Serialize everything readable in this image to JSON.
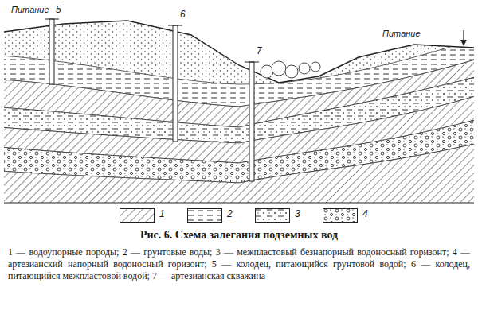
{
  "diagram": {
    "caption": "Рис. 6. Схема залегания подземных вод",
    "labels": [
      "Питание",
      "Питание",
      "5",
      "6",
      "7",
      "1 — водоупорные породы; 2 — грунтовые воды; 3 — межпластовый безнапорный водоносный горизонт; 4 — артезианский напорный водоносный горизонт; 5 — колодец, питающийся грунтовой водой; 6 — колодец, питающийся межпластовой водой; 7 — артезианская скважина"
    ],
    "legend": [
      {
        "text": "1"
      },
      {
        "text": "2"
      },
      {
        "text": "3"
      },
      {
        "text": "4"
      }
    ]
  }
}
